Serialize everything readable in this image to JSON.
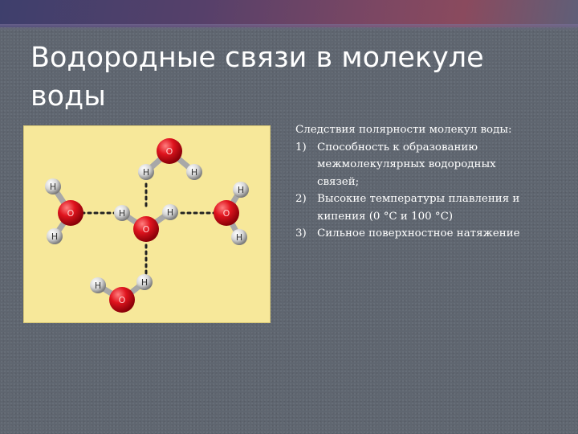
{
  "slide": {
    "title": "Водородные связи в молекуле воды",
    "intro": "Следствия полярности молекул воды:",
    "items": [
      {
        "num": "1)",
        "text": "Способность к образованию межмолекулярных водородных связей;"
      },
      {
        "num": "2)",
        "text": "Высокие температуры плавления и кипения (0 °С и 100 °С)"
      },
      {
        "num": "3)",
        "text": "Сильное поверхностное натяжение"
      }
    ]
  },
  "diagram": {
    "atom_labels": {
      "oxygen": "O",
      "hydrogen": "H"
    },
    "colors": {
      "oxygen": "#d4101c",
      "hydrogen": "#d8d8d8",
      "background": "#f7e89a"
    }
  }
}
